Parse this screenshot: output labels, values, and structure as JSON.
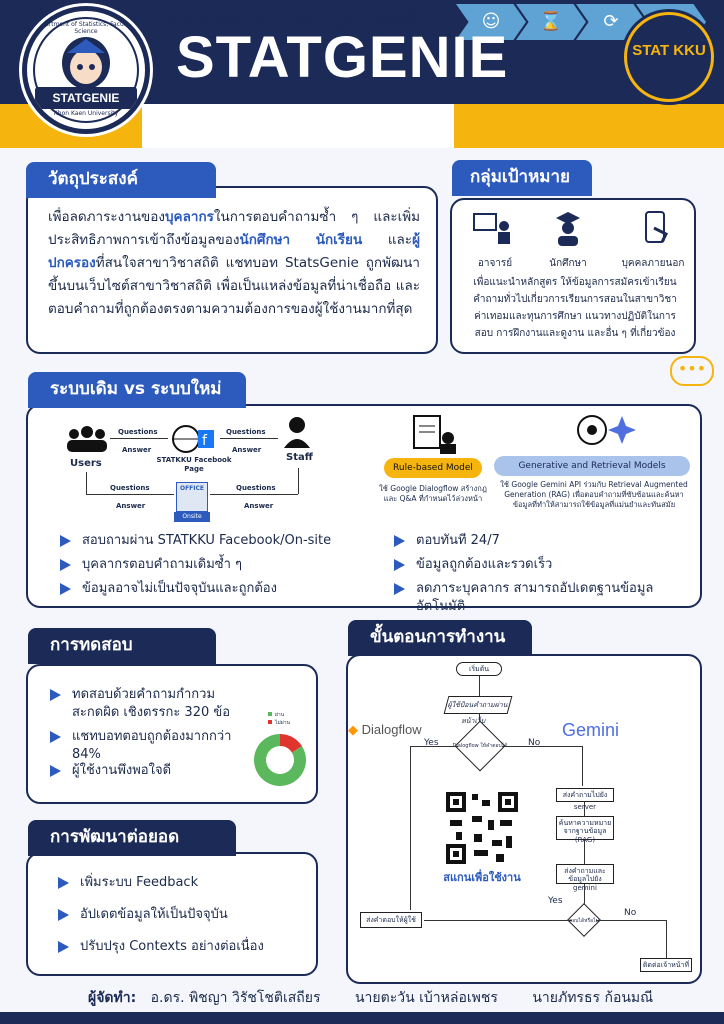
{
  "header": {
    "title": "STATGENIE",
    "subtitle": "แชทบอทเพื่อบริการที่ชาญฉลาดยิ่งขึ้น",
    "logo_left_text": "STATGENIE",
    "logo_left_arc": "Department of Statistics, Faculty of Science",
    "logo_left_bottom": "Khon Kaen University",
    "logo_right_text": "STAT KKU"
  },
  "objective": {
    "heading": "วัตถุประสงค์",
    "p1": "เพื่อลดภาระงานของ",
    "b1": "บุคลากร",
    "p2": "ในการตอบคำถามซ้ำ ๆ และเพิ่มประสิทธิภาพการเข้าถึงข้อมูลของ",
    "b2": "นักศึกษา",
    "p3": " ",
    "b3": "นักเรียน",
    "p4": " และ",
    "b4": "ผู้ปกครอง",
    "p5": "ที่สนใจสาขาวิชาสถิติ แชทบอท StatsGenie ถูกพัฒนาขึ้นบนเว็บไซต์สาขาวิชาสถิติ เพื่อเป็นแหล่งข้อมูลที่น่าเชื่อถือ และตอบคำถามที่ถูกต้องตรงตามความต้องการของผู้ใช้งานมากที่สุด"
  },
  "target": {
    "heading": "กลุ่มเป้าหมาย",
    "groups": [
      "อาจารย์",
      "นักศึกษา",
      "บุคคลภายนอก"
    ],
    "desc": "เพื่อแนะนำหลักสูตร ให้ข้อมูลการสมัครเข้าเรียน คำถามทั่วไปเกี่ยวการเรียนการสอนในสาขาวิชา ค่าเทอมและทุนการศึกษา แนวทางปฏิบัติในการสอบ การฝึกงานและดูงาน และอื่น ๆ ที่เกี่ยวข้อง"
  },
  "compare": {
    "heading": "ระบบเดิม vs ระบบใหม่",
    "users": "Users",
    "staff": "Staff",
    "page": "STATKKU Facebook Page",
    "onsite": "Onsite",
    "office": "OFFICE",
    "questions": "Questions",
    "answer": "Answer",
    "rule_model": "Rule-based Model",
    "rule_desc": "ใช้ Google Dialogflow สร้างกฎ และ Q&A ที่กำหนดไว้ล่วงหน้า",
    "gen_model": "Generative and Retrieval Models",
    "gen_desc": "ใช้ Google Gemini API ร่วมกับ Retrieval Augmented Generation (RAG) เพื่อตอบคำถามที่ซับซ้อนและค้นหาข้อมูลที่ทำให้สามารถใช้ข้อมูลที่แม่นยำและทันสมัย",
    "old_points": [
      "สอบถามผ่าน STATKKU Facebook/On-site",
      "บุคลากรตอบคำถามเดิมซ้ำ ๆ",
      "ข้อมูลอาจไม่เป็นปัจจุบันและถูกต้อง"
    ],
    "new_points": [
      "ตอบทันที 24/7",
      "ข้อมูลถูกต้องและรวดเร็ว",
      "ลดภาระบุคลากร สามารถอัปเดตฐานข้อมูลอัตโนมัติ"
    ]
  },
  "testing": {
    "heading": "การทดสอบ",
    "points": [
      "ทดสอบด้วยคำถามกำกวม สะกดผิด เชิงตรรกะ 320 ข้อ",
      "แชทบอทตอบถูกต้องมากกว่า 84%",
      "ผู้ใช้งานพึงพอใจดี"
    ],
    "legend_pass": "ผ่าน",
    "legend_fail": "ไม่ผ่าน",
    "pass_color": "#5cb85c",
    "fail_color": "#e0342f"
  },
  "chart_data": {
    "type": "pie",
    "categories": [
      "ผ่าน",
      "ไม่ผ่าน"
    ],
    "values": [
      84,
      16
    ]
  },
  "future": {
    "heading": "การพัฒนาต่อยอด",
    "points": [
      "เพิ่มระบบ Feedback",
      "อัปเดตข้อมูลให้เป็นปัจจุบัน",
      "ปรับปรุง Contexts อย่างต่อเนื่อง"
    ]
  },
  "workflow": {
    "heading": "ขั้นตอนการทำงาน",
    "start": "เริ่มต้น",
    "input": "ผู้ใช้ป้อนคำถามผ่านหน้าเว็บ",
    "decision": "Dialogflow ให้คำตอบได้",
    "yes": "Yes",
    "no": "No",
    "dialogflow": "Dialogflow",
    "gemini": "Gemini",
    "qr_label": "สแกนเพื่อใช้งาน",
    "step1": "ส่งคำถามไปยัง server",
    "step2": "ค้นหาความหมายจากฐานข้อมูล (RAG)",
    "step3": "ส่งคำถามและข้อมูลไปยัง gemini",
    "decision2": "ตอบได้หรือไม่",
    "reply": "ส่งคำตอบให้ผู้ใช้",
    "fallback": "ติดต่อเจ้าหน้าที่"
  },
  "footer": {
    "label": "ผู้จัดทำ:",
    "names": [
      "อ.ดร. พิชญา วิรัชโชติเสถียร",
      "นายตะวัน เบ้าหล่อเพชร",
      "นายภัทรธร ก้อนมณี"
    ]
  }
}
